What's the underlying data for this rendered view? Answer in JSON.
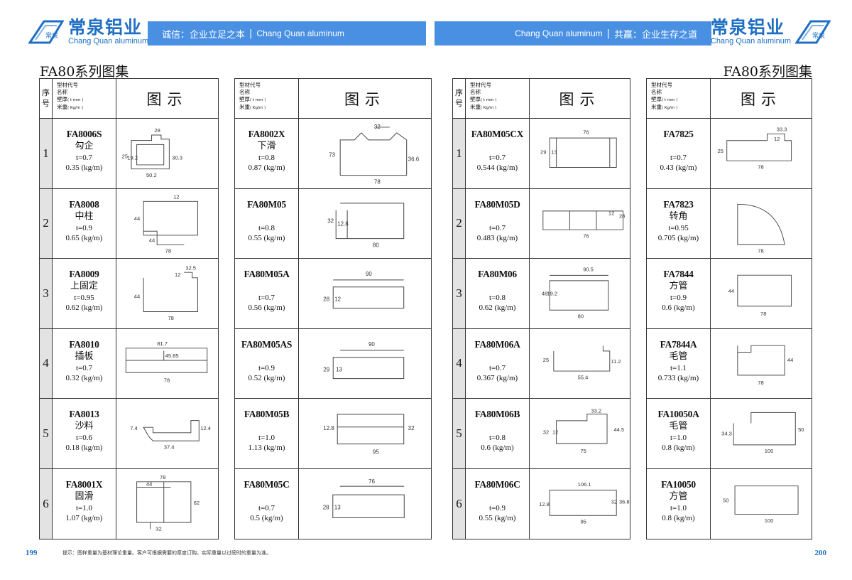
{
  "brand": {
    "cn": "常泉铝业",
    "en": "Chang Quan aluminum",
    "mark": "常泉"
  },
  "banner_left": {
    "cn": "诚信：企业立足之本",
    "sep": "|",
    "en": "Chang Quan aluminum"
  },
  "banner_right": {
    "en": "Chang Quan aluminum",
    "sep": "|",
    "cn": "共赢：企业生存之道"
  },
  "series_title": "FA80系列图集",
  "header": {
    "no": "序号",
    "info": [
      "型材代号",
      "名称",
      "壁厚",
      "米重"
    ],
    "units": [
      "( t mm )",
      "( Kg/m )"
    ],
    "figure": "图示"
  },
  "tables": [
    {
      "rows": [
        {
          "no": "1",
          "code": "FA8006S",
          "name": "勾企",
          "t": "t=0.7",
          "w": "0.35 (kg/m)",
          "dims": [
            "28",
            "25",
            "19.2",
            "30.3",
            "50.2"
          ]
        },
        {
          "no": "2",
          "code": "FA8008",
          "name": "中柱",
          "t": "t=0.9",
          "w": "0.65 (kg/m)",
          "dims": [
            "12",
            "44",
            "44",
            "78"
          ]
        },
        {
          "no": "3",
          "code": "FA8009",
          "name": "上固定",
          "t": "t=0.95",
          "w": "0.62 (kg/m)",
          "dims": [
            "32.5",
            "12",
            "44",
            "78"
          ]
        },
        {
          "no": "4",
          "code": "FA8010",
          "name": "插板",
          "t": "t=0.7",
          "w": "0.32 (kg/m)",
          "dims": [
            "81.7",
            "45.85",
            "78"
          ]
        },
        {
          "no": "5",
          "code": "FA8013",
          "name": "沙料",
          "t": "t=0.6",
          "w": "0.18 (kg/m)",
          "dims": [
            "7.4",
            "12.4",
            "37.4"
          ]
        },
        {
          "no": "6",
          "code": "FA8001X",
          "name": "固滑",
          "t": "t=1.0",
          "w": "1.07 (kg/m)",
          "dims": [
            "78",
            "44",
            "62",
            "32"
          ]
        }
      ]
    },
    {
      "rows": [
        {
          "code": "FA8002X",
          "name": "下滑",
          "t": "t=0.8",
          "w": "0.87 (kg/m)",
          "dims": [
            "32",
            "73",
            "36.6",
            "78"
          ]
        },
        {
          "code": "FA80M05",
          "name": "",
          "t": "t=0.8",
          "w": "0.55 (kg/m)",
          "dims": [
            "32",
            "12.8",
            "80"
          ]
        },
        {
          "code": "FA80M05A",
          "name": "",
          "t": "t=0.7",
          "w": "0.56 (kg/m)",
          "dims": [
            "90",
            "28",
            "12"
          ]
        },
        {
          "code": "FA80M05AS",
          "name": "",
          "t": "t=0.9",
          "w": "0.52 (kg/m)",
          "dims": [
            "90",
            "29",
            "13"
          ]
        },
        {
          "code": "FA80M05B",
          "name": "",
          "t": "t=1.0",
          "w": "1.13 (kg/m)",
          "dims": [
            "12.8",
            "32",
            "95"
          ]
        },
        {
          "code": "FA80M05C",
          "name": "",
          "t": "t=0.7",
          "w": "0.5 (kg/m)",
          "dims": [
            "76",
            "28",
            "13"
          ]
        }
      ]
    },
    {
      "rows": [
        {
          "no": "1",
          "code": "FA80M05CX",
          "name": "",
          "t": "t=0.7",
          "w": "0.544 (kg/m)",
          "dims": [
            "76",
            "29",
            "13"
          ]
        },
        {
          "no": "2",
          "code": "FA80M05D",
          "name": "",
          "t": "t=0.7",
          "w": "0.483 (kg/m)",
          "dims": [
            "12",
            "28",
            "76"
          ]
        },
        {
          "no": "3",
          "code": "FA80M06",
          "name": "",
          "t": "t=0.8",
          "w": "0.62 (kg/m)",
          "dims": [
            "90.5",
            "48",
            "19.2",
            "80"
          ]
        },
        {
          "no": "4",
          "code": "FA80M06A",
          "name": "",
          "t": "t=0.7",
          "w": "0.367 (kg/m)",
          "dims": [
            "25",
            "11.2",
            "55.4"
          ]
        },
        {
          "no": "5",
          "code": "FA80M06B",
          "name": "",
          "t": "t=0.8",
          "w": "0.6 (kg/m)",
          "dims": [
            "33.2",
            "32",
            "12",
            "44.5",
            "75"
          ]
        },
        {
          "no": "6",
          "code": "FA80M06C",
          "name": "",
          "t": "t=0.9",
          "w": "0.55 (kg/m)",
          "dims": [
            "106.1",
            "12.8",
            "32",
            "36.8",
            "95"
          ]
        }
      ]
    },
    {
      "rows": [
        {
          "code": "FA7825",
          "name": "",
          "t": "t=0.7",
          "w": "0.43 (kg/m)",
          "dims": [
            "33.3",
            "12",
            "25",
            "78"
          ]
        },
        {
          "code": "FA7823",
          "name": "转角",
          "t": "t=0.95",
          "w": "0.705 (kg/m)",
          "dims": [
            "78"
          ]
        },
        {
          "code": "FA7844",
          "name": "方管",
          "t": "t=0.9",
          "w": "0.6 (kg/m)",
          "dims": [
            "44",
            "78"
          ]
        },
        {
          "code": "FA7844A",
          "name": "毛管",
          "t": "t=1.1",
          "w": "0.733 (kg/m)",
          "dims": [
            "44",
            "78"
          ]
        },
        {
          "code": "FA10050A",
          "name": "毛管",
          "t": "t=1.0",
          "w": "0.8 (kg/m)",
          "dims": [
            "34.3",
            "50",
            "100"
          ]
        },
        {
          "code": "FA10050",
          "name": "方管",
          "t": "t=1.0",
          "w": "0.8 (kg/m)",
          "dims": [
            "50",
            "100"
          ]
        }
      ]
    }
  ],
  "page_left": "199",
  "page_right": "200",
  "note": "提示：图样重量为基材理论重量。客户可根据需要的厚度订购。实际重量以过磅时的重量为准。"
}
